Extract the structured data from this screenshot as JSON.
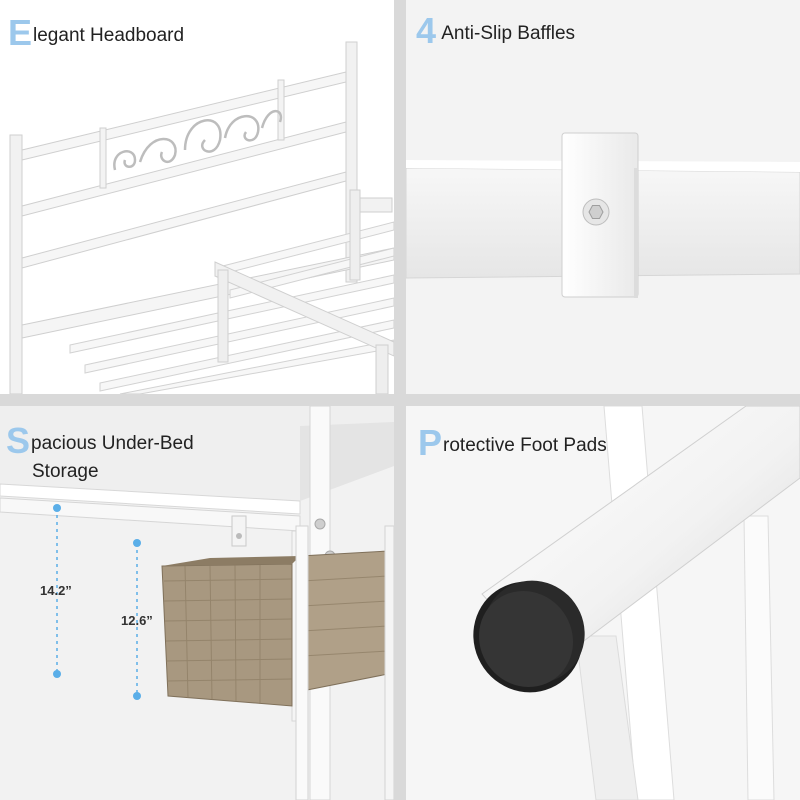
{
  "panels": [
    {
      "initial": "E",
      "caption": "legant Headboard"
    },
    {
      "initial": "4",
      "caption": " Anti-Slip Baffles"
    },
    {
      "initial": "S",
      "caption": "pacious Under-Bed",
      "caption_line2": "Storage",
      "dimensions": [
        "14.2”",
        "12.6”"
      ]
    },
    {
      "initial": "P",
      "caption": "rotective Foot Pads"
    }
  ],
  "colors": {
    "accent": "#9cc8ec",
    "frame": "#ffffff",
    "divider": "#d9d9d9",
    "foot_pad": "#2a2a2a",
    "basket": "#9b8a70"
  }
}
